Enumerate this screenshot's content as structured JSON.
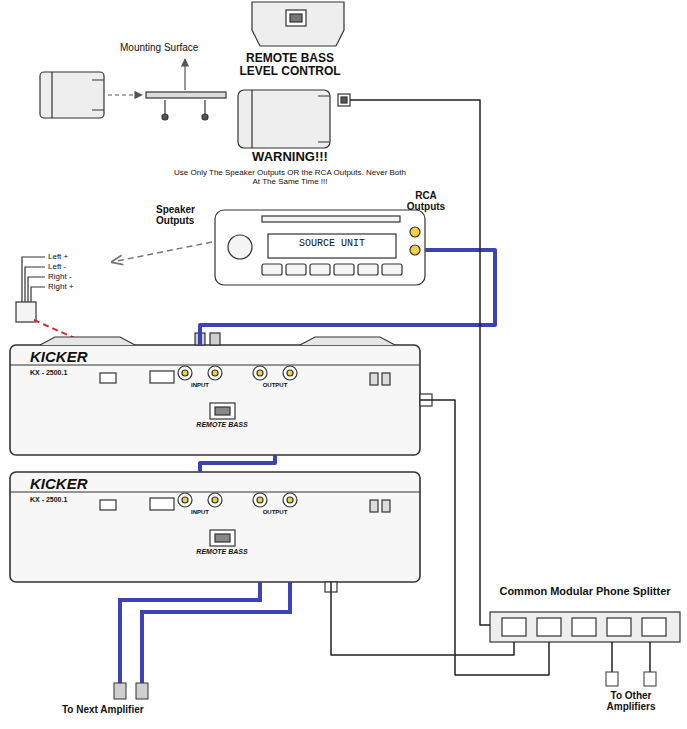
{
  "diagram": {
    "nodes": [
      {
        "text": [
          "REMOTE BASS LEVEL CONTROL"
        ]
      },
      {
        "text": [
          "SOURCE UNIT"
        ]
      },
      {
        "text": [
          "KICKER",
          "KX - 2500.1",
          "INPUT",
          "OUTPUT",
          "REMOTE BASS"
        ]
      },
      {
        "text": [
          "KICKER",
          "KX - 2500.1",
          "INPUT",
          "OUTPUT",
          "REMOTE BASS"
        ]
      },
      {
        "text": [
          "Common Modular Phone Splitter"
        ]
      }
    ],
    "edges": [
      {
        "from": 1,
        "to": 2,
        "arrow": "none"
      },
      {
        "from": 2,
        "to": 3,
        "arrow": "none"
      },
      {
        "from": 0,
        "to": 4,
        "arrow": "none"
      },
      {
        "from": 4,
        "to": 2,
        "arrow": "none"
      },
      {
        "from": 4,
        "to": 3,
        "arrow": "none"
      }
    ],
    "labels": [
      "Mounting Surface",
      "WARNING!!!",
      "Use Only The Speaker Outputs OR the RCA Outputs. Never Both At The Same Time !!!",
      "Speaker Outputs",
      "RCA Outputs",
      "Left +",
      "Left -",
      "Right -",
      "Right +",
      "To Next Amplifier",
      "To Other Amplifiers"
    ]
  }
}
